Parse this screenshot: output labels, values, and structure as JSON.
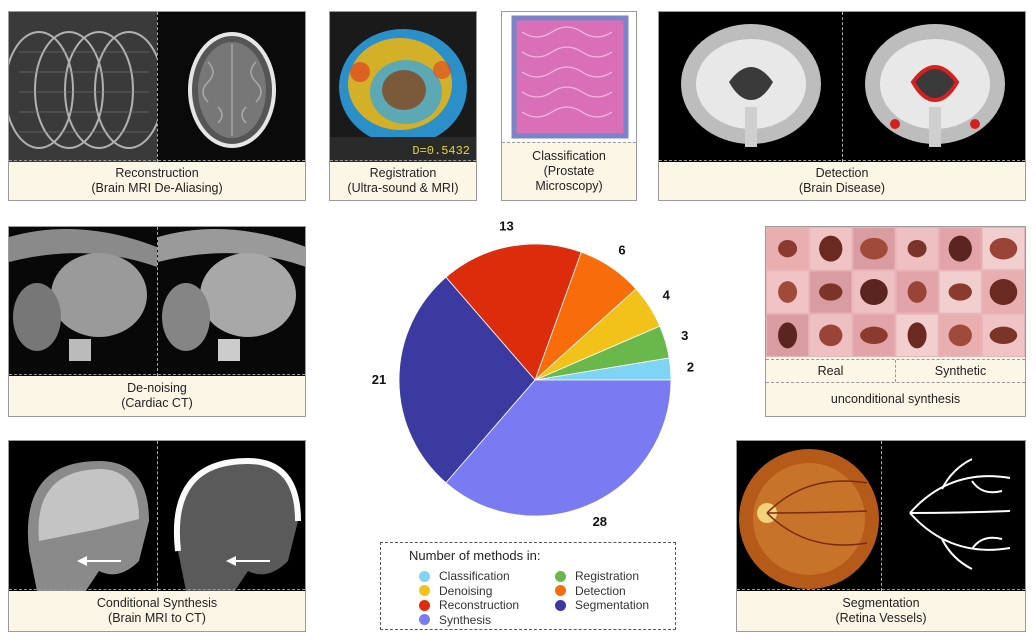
{
  "panels": {
    "reconstruction": {
      "title": "Reconstruction",
      "subtitle": "(Brain MRI De-Aliasing)"
    },
    "registration": {
      "title": "Registration",
      "subtitle": "(Ultra-sound & MRI)",
      "dice_value": "D=0.5432"
    },
    "classification": {
      "line1": "Classification",
      "line2": "(Prostate",
      "line3": "Microscopy)"
    },
    "detection": {
      "title": "Detection",
      "subtitle": "(Brain Disease)"
    },
    "denoising": {
      "title": "De-noising",
      "subtitle": "(Cardiac CT)"
    },
    "unconditional": {
      "real_label": "Real",
      "synthetic_label": "Synthetic",
      "title": "unconditional synthesis"
    },
    "conditional": {
      "title": "Conditional Synthesis",
      "subtitle": "(Brain MRI to CT)"
    },
    "segmentation": {
      "title": "Segmentation",
      "subtitle": "(Retina Vessels)"
    }
  },
  "legend": {
    "title": "Number of methods in:"
  },
  "chart_data": {
    "type": "pie",
    "slices": [
      {
        "label": "Classification",
        "value": 2,
        "color": "#7fd4f5"
      },
      {
        "label": "Registration",
        "value": 3,
        "color": "#6ab84c"
      },
      {
        "label": "Denoising",
        "value": 4,
        "color": "#f2c21a"
      },
      {
        "label": "Detection",
        "value": 6,
        "color": "#f76d0c"
      },
      {
        "label": "Reconstruction",
        "value": 13,
        "color": "#dc2c0c"
      },
      {
        "label": "Segmentation",
        "value": 21,
        "color": "#3a3aa0"
      },
      {
        "label": "Synthesis",
        "value": 28,
        "color": "#7a7bf2"
      }
    ],
    "legend_order": [
      "Classification",
      "Registration",
      "Denoising",
      "Detection",
      "Reconstruction",
      "Segmentation",
      "Synthesis"
    ]
  }
}
